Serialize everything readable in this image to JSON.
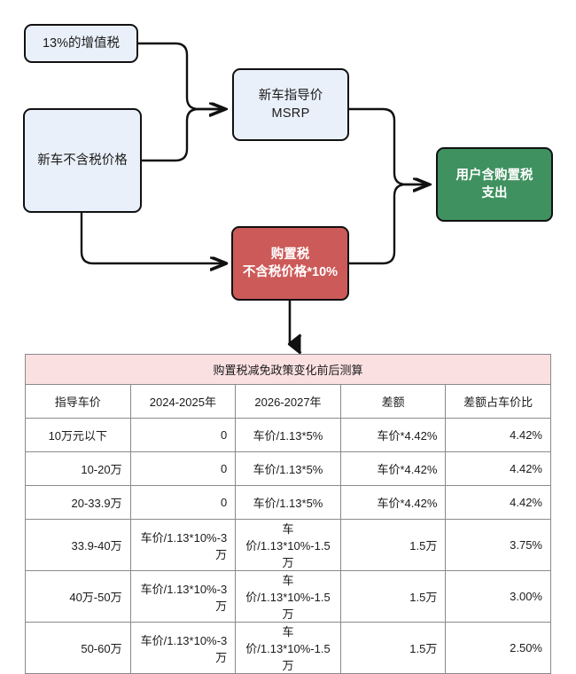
{
  "diagram": {
    "nodes": {
      "vat": {
        "label": "13%的增值税"
      },
      "net_price": {
        "label": "新车不含税价格"
      },
      "msrp": {
        "line1": "新车指导价",
        "line2": "MSRP"
      },
      "purchase_tax": {
        "line1": "购置税",
        "line2": "不含税价格*10%"
      },
      "user_spend": {
        "line1": "用户含购置税",
        "line2": "支出"
      }
    },
    "colors": {
      "blue_fill": "#eaf0fa",
      "green_fill": "#3f9160",
      "red_fill": "#cc5a58",
      "stroke": "#111111",
      "table_title_fill": "#fbe0e2",
      "table_border": "#8a8a8a"
    }
  },
  "table": {
    "title": "购置税减免政策变化前后测算",
    "columns": [
      "指导车价",
      "2024-2025年",
      "2026-2027年",
      "差额",
      "差额占车价比"
    ],
    "rows": [
      [
        "10万元以下",
        "0",
        "车价/1.13*5%",
        "车价*4.42%",
        "4.42%"
      ],
      [
        "10-20万",
        "0",
        "车价/1.13*5%",
        "车价*4.42%",
        "4.42%"
      ],
      [
        "20-33.9万",
        "0",
        "车价/1.13*5%",
        "车价*4.42%",
        "4.42%"
      ],
      [
        "33.9-40万",
        "车价/1.13*10%-3万",
        "车价/1.13*10%-1.5万",
        "1.5万",
        "3.75%"
      ],
      [
        "40万-50万",
        "车价/1.13*10%-3万",
        "车价/1.13*10%-1.5万",
        "1.5万",
        "3.00%"
      ],
      [
        "50-60万",
        "车价/1.13*10%-3万",
        "车价/1.13*10%-1.5万",
        "1.5万",
        "2.50%"
      ]
    ]
  }
}
